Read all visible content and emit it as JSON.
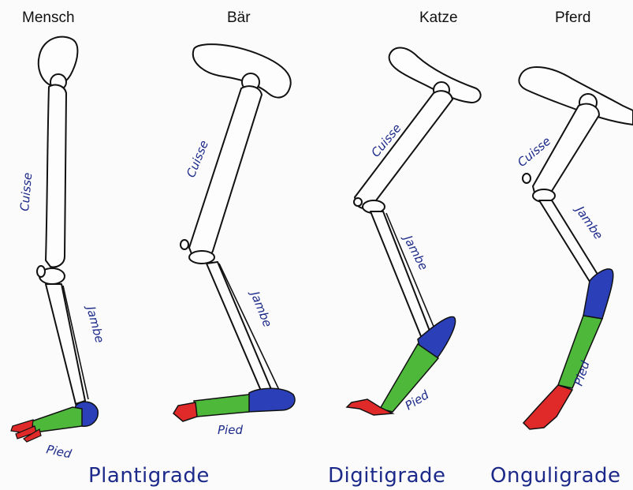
{
  "animals": {
    "human": "Mensch",
    "bear": "Bär",
    "cat": "Katze",
    "horse": "Pferd"
  },
  "segments": {
    "thigh": "Cuisse",
    "shank": "Jambe",
    "foot": "Pied"
  },
  "gaits": {
    "plantigrade": "Plantigrade",
    "digitigrade": "Digitigrade",
    "unguligrade": "Onguligrade"
  },
  "colors": {
    "label_text": "#1c2a8a",
    "foot_proximal": "#2a3fb8",
    "foot_middle": "#4db83a",
    "foot_distal": "#e02a2a",
    "bone_outline": "#111111"
  }
}
